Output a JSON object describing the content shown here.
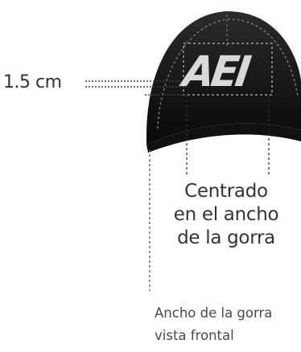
{
  "measurement": {
    "label": "1.5 cm"
  },
  "logo": {
    "text": "AEI"
  },
  "centered_note": {
    "line1": "Centrado",
    "line2": "en el ancho",
    "line3": "de la gorra"
  },
  "caption": {
    "line1": "Ancho de la gorra",
    "line2": "vista frontal"
  },
  "colors": {
    "cap": "#1a1a1a",
    "logo": "#d9d9d9",
    "guide": "#555555"
  }
}
